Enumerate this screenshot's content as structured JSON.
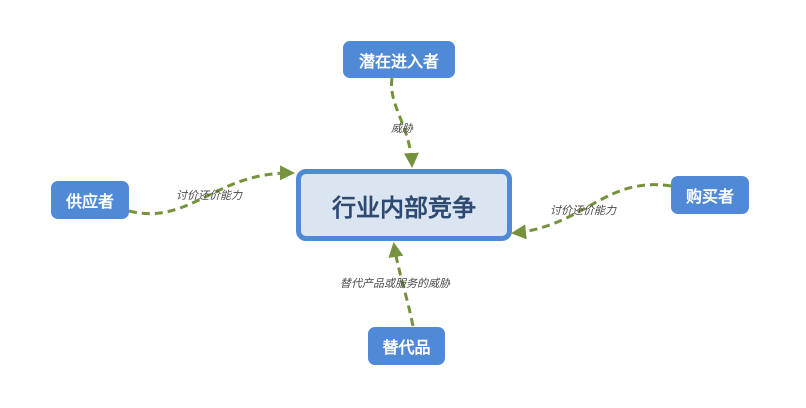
{
  "nodes": {
    "center": "行业内部竞争",
    "top": "潜在进入者",
    "left": "供应者",
    "right": "购买者",
    "bottom": "替代品"
  },
  "edges": {
    "top_label": "威胁",
    "left_label": "讨价还价能力",
    "right_label": "讨价还价能力",
    "bottom_label": "替代产品或服务的威胁"
  },
  "colors": {
    "node_fill": "#5089d5",
    "center_fill": "#dbe5f1",
    "center_text": "#2d4a73",
    "connector": "#76923c"
  }
}
